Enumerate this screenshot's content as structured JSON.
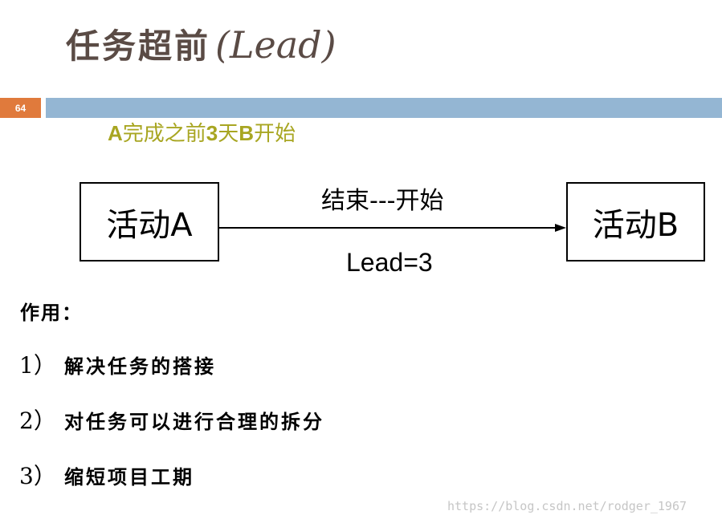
{
  "title": {
    "chinese": "任务超前",
    "english": "(Lead)"
  },
  "page_number": "64",
  "subtitle": {
    "part1": "A",
    "part2": "完成之前",
    "part3": "3",
    "part4": "天",
    "part5": "B",
    "part6": "开始"
  },
  "diagram": {
    "activity_a": "活动A",
    "activity_b": "活动B",
    "relationship": "结束---开始",
    "lead": "Lead=3"
  },
  "effects": {
    "heading": "作用：",
    "items": [
      {
        "num": "1）",
        "text": "解决任务的搭接"
      },
      {
        "num": "2）",
        "text": "对任务可以进行合理的拆分"
      },
      {
        "num": "3）",
        "text": "缩短项目工期"
      }
    ]
  },
  "watermark": "https://blog.csdn.net/rodger_1967",
  "colors": {
    "title": "#5a4b45",
    "subtitle": "#a8a622",
    "page_badge": "#e07a3c",
    "header_bar": "#94b6d3"
  }
}
